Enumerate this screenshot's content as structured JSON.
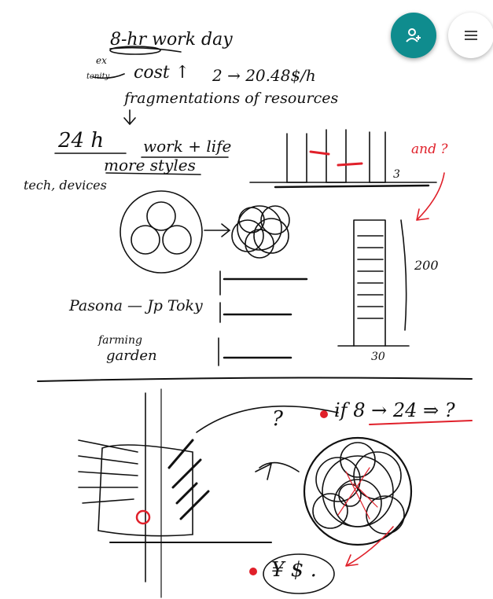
{
  "app": {
    "accent_color": "#0f8c8e"
  },
  "toolbar": {
    "share_icon": "person-add-icon",
    "menu_icon": "hamburger-menu-icon"
  },
  "notes": {
    "title": "8-hr work day",
    "ex": "ex",
    "tenity": "tenity",
    "cost": "cost ↑",
    "cost_change": "2 → 20.48$/h",
    "fragment": "fragmentations of resources",
    "h24": "24 h",
    "work_life": "work + life",
    "more_styles": "more styles",
    "tech_devices": "tech, devices",
    "and": "and ?",
    "pasona": "Pasona — Jp Toky",
    "farming": "farming",
    "garden": "garden",
    "n200": "200",
    "n30": "30",
    "question": "?",
    "if_text": "if 8 → 24 ⇒ ?",
    "money": "¥ $ .",
    "n3": "3"
  }
}
